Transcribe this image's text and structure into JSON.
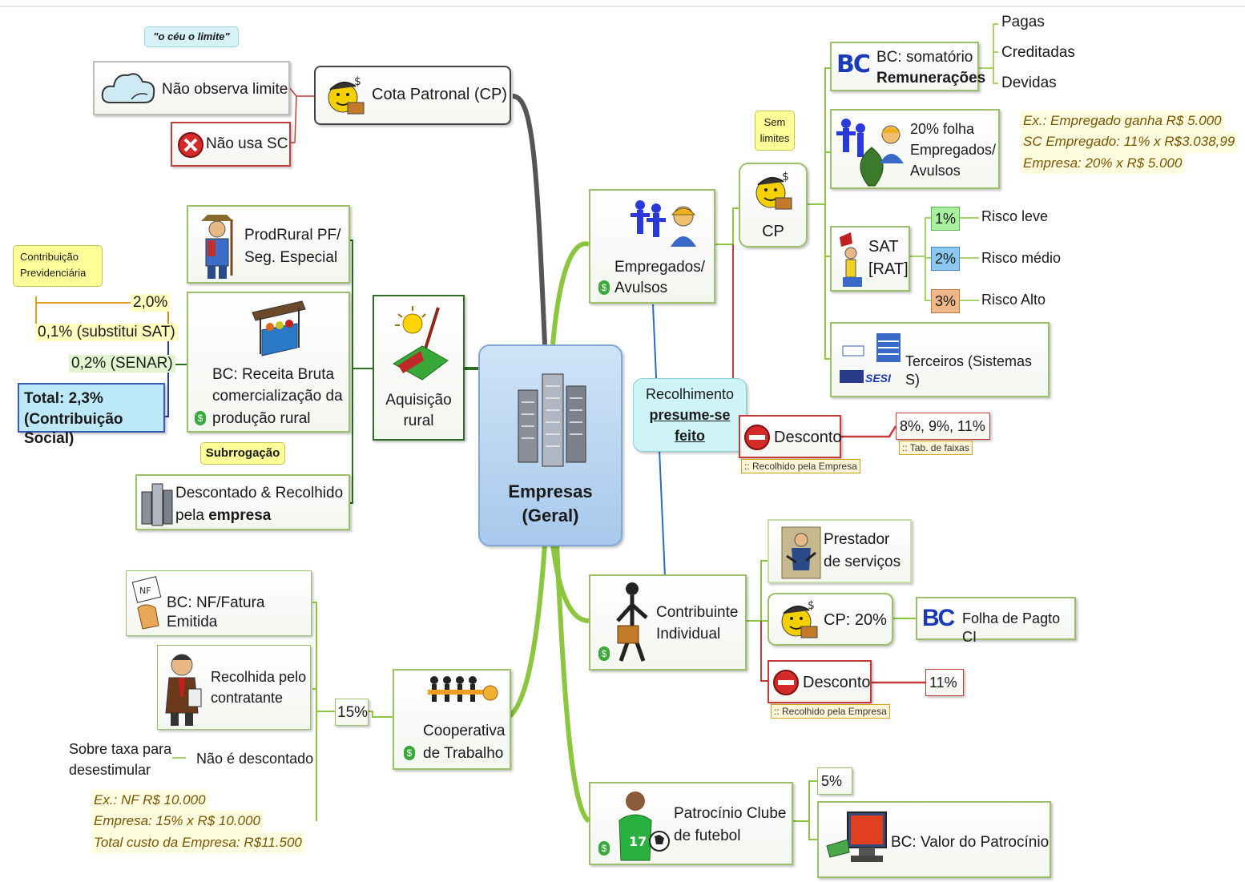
{
  "center": {
    "line1": "Empresas",
    "line2": "(Geral)"
  },
  "cota_patronal": {
    "label": "Cota Patronal (CP)",
    "callout": "\"o céu o limite\"",
    "limit": "Não observa limite",
    "no_sc": "Não usa SC"
  },
  "aquisicao": {
    "label1": "Aquisição",
    "label2": "rural",
    "prodrural1": "ProdRural PF/",
    "prodrural2": "Seg. Especial",
    "bc1": "BC: Receita Bruta",
    "bc2": "comercialização da",
    "bc3": "produção rural",
    "callout1": "Contribuição",
    "callout2": "Previdenciária",
    "rate1": "2,0%",
    "rate2": "0,1% (substitui SAT)",
    "rate3": "0,2% (SENAR)",
    "total1": "Total: 2,3%",
    "total2": "(Contribuição Social)",
    "subrogacao": "Subrrogação",
    "desc1": "Descontado & Recolhido",
    "desc2a": "pela ",
    "desc2b": "empresa"
  },
  "cooperativa": {
    "label1": "Cooperativa",
    "label2": "de Trabalho",
    "rate": "15%",
    "nf": "BC: NF/Fatura Emitida",
    "recolhida1": "Recolhida pelo",
    "recolhida2": "contratante",
    "sobre1": "Sobre taxa para",
    "sobre2": "desestimular",
    "nao_desc": "Não é descontado",
    "ex1": "Ex.: NF R$ 10.000",
    "ex2": "Empresa: 15% x R$ 10.000",
    "ex3": "Total custo da Empresa: R$11.500"
  },
  "empregados": {
    "label1": "Empregados/",
    "label2": "Avulsos",
    "cp": "CP",
    "callout1": "Sem",
    "callout2": "limites",
    "bc1": "BC: somatório",
    "bc2": "Remunerações",
    "pagas": "Pagas",
    "creditadas": "Creditadas",
    "devidas": "Devidas",
    "folha1": "20% folha",
    "folha2": "Empregados/",
    "folha3": "Avulsos",
    "ex1": "Ex.: Empregado ganha R$ 5.000",
    "ex2": "SC Empregado: 11% x R$3.038,99",
    "ex3": "Empresa: 20% x R$ 5.000",
    "sat1": "SAT",
    "sat2": "[RAT]",
    "r1": "1%",
    "r1l": "Risco leve",
    "r2": "2%",
    "r2l": "Risco médio",
    "r3": "3%",
    "r3l": "Risco Alto",
    "terceiros": "Terceiros (Sistemas S)",
    "sesi": "SESI"
  },
  "recolhimento": {
    "l1": "Recolhimento",
    "l2": "presume-se",
    "l3": "feito"
  },
  "desconto1": {
    "label": "Desconto",
    "tag": ":: Recolhido pela Empresa",
    "rates": "8%, 9%, 11%",
    "rates_tag": ":: Tab. de faixas"
  },
  "contribuinte": {
    "label1": "Contribuinte",
    "label2": "Individual",
    "prestador1": "Prestador",
    "prestador2": "de serviços",
    "cp": "CP: 20%",
    "folha": "Folha de Pagto CI",
    "desconto": "Desconto",
    "desconto_tag": ":: Recolhido pela Empresa",
    "rate": "11%"
  },
  "patrocinio": {
    "label1": "Patrocínio Clube",
    "label2": "de futebol",
    "rate": "5%",
    "bc": "BC: Valor do Patrocínio",
    "jersey": "17"
  },
  "colors": {
    "branch_green": "#8cc63f",
    "dark_green": "#2f6e24",
    "red": "#c63a3a",
    "blue": "#2a6ebb"
  }
}
